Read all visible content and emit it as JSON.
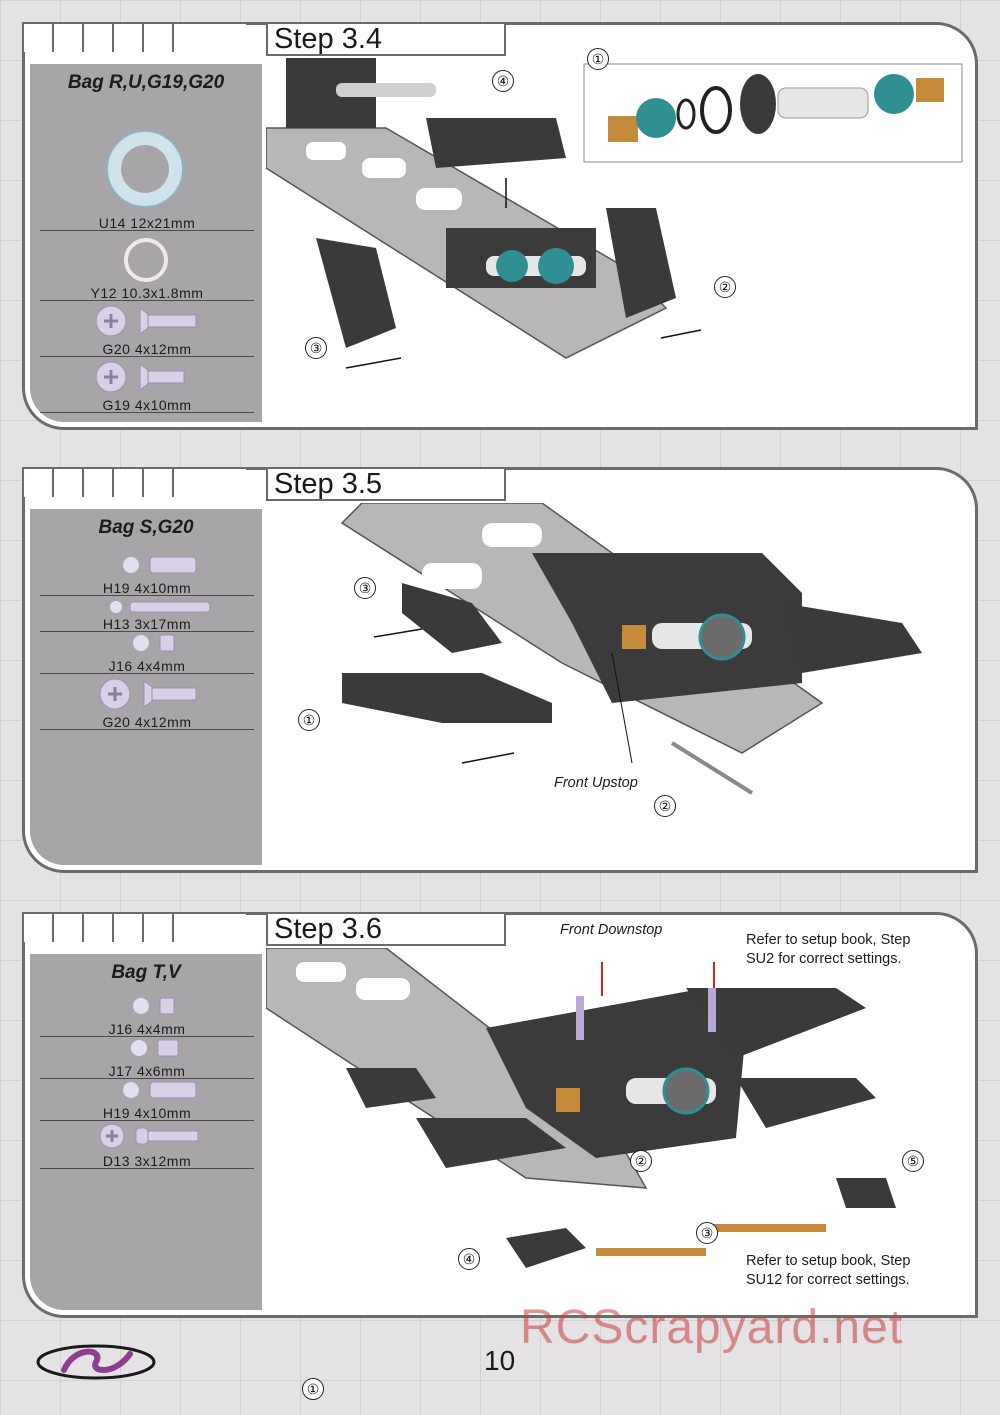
{
  "page_number": "10",
  "watermark": "RCScrapyard.net",
  "logo_icon": "brand-logo-icon",
  "steps": [
    {
      "title": "Step 3.4",
      "bag": "Bag R,U,G19,G20",
      "parts": [
        {
          "label": "U14   12x21mm",
          "icon": "bearing-ring-icon"
        },
        {
          "label": "Y12   10.3x1.8mm",
          "icon": "o-ring-icon"
        },
        {
          "label": "G20   4x12mm",
          "icon": "countersunk-screw-icon"
        },
        {
          "label": "G19   4x10mm",
          "icon": "countersunk-screw-icon"
        }
      ],
      "callouts": [
        "①",
        "②",
        "③",
        "④"
      ]
    },
    {
      "title": "Step 3.5",
      "bag": "Bag S,G20",
      "parts": [
        {
          "label": "H19   4x10mm",
          "icon": "pin-icon"
        },
        {
          "label": "H13   3x17mm",
          "icon": "pin-icon"
        },
        {
          "label": "J16   4x4mm",
          "icon": "spacer-icon"
        },
        {
          "label": "G20   4x12mm",
          "icon": "countersunk-screw-icon"
        }
      ],
      "callouts": [
        "①",
        "②",
        "③"
      ],
      "notes": [
        "Front Upstop"
      ]
    },
    {
      "title": "Step 3.6",
      "bag": "Bag T,V",
      "parts": [
        {
          "label": "J16   4x4mm",
          "icon": "spacer-icon"
        },
        {
          "label": "J17   4x6mm",
          "icon": "spacer-icon"
        },
        {
          "label": "H19   4x10mm",
          "icon": "pin-icon"
        },
        {
          "label": "D13   3x12mm",
          "icon": "button-screw-icon"
        }
      ],
      "callouts": [
        "①",
        "②",
        "③",
        "④",
        "⑤"
      ],
      "notes": [
        "Front Downstop",
        "Refer to setup book, Step",
        "SU2 for correct settings.",
        "Refer to setup book, Step",
        "SU12 for correct settings."
      ]
    }
  ]
}
